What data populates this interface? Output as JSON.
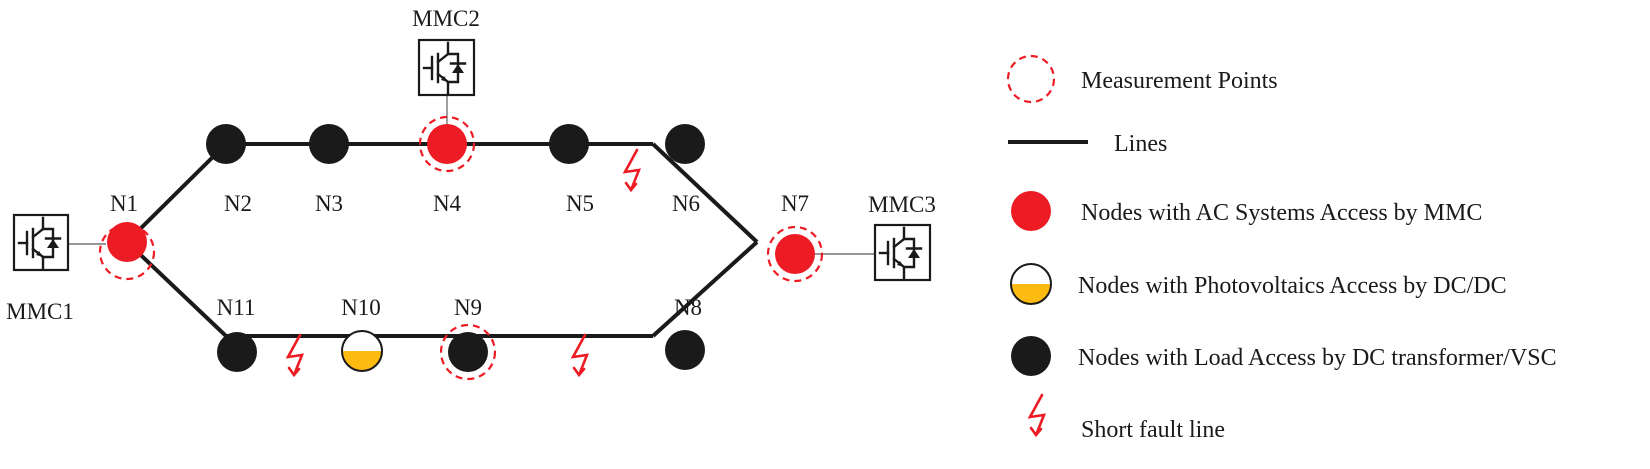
{
  "network": {
    "nodes": {
      "n1": "N1",
      "n2": "N2",
      "n3": "N3",
      "n4": "N4",
      "n5": "N5",
      "n6": "N6",
      "n7": "N7",
      "n8": "N8",
      "n9": "N9",
      "n10": "N10",
      "n11": "N11"
    },
    "converters": {
      "mmc1": "MMC1",
      "mmc2": "MMC2",
      "mmc3": "MMC3"
    },
    "colors": {
      "ac_node": "#ed1c24",
      "pv_node": "#fdbb12",
      "load_node": "#1a1a1a",
      "fault": "#ed1c24",
      "line": "#1a1a1a"
    }
  },
  "legend": {
    "measurement": "Measurement Points",
    "lines": "Lines",
    "ac_nodes": "Nodes with AC Systems Access by MMC",
    "pv_nodes": "Nodes with Photovoltaics Access by DC/DC",
    "load_nodes": "Nodes with Load Access by DC transformer/VSC",
    "fault": "Short fault line"
  }
}
